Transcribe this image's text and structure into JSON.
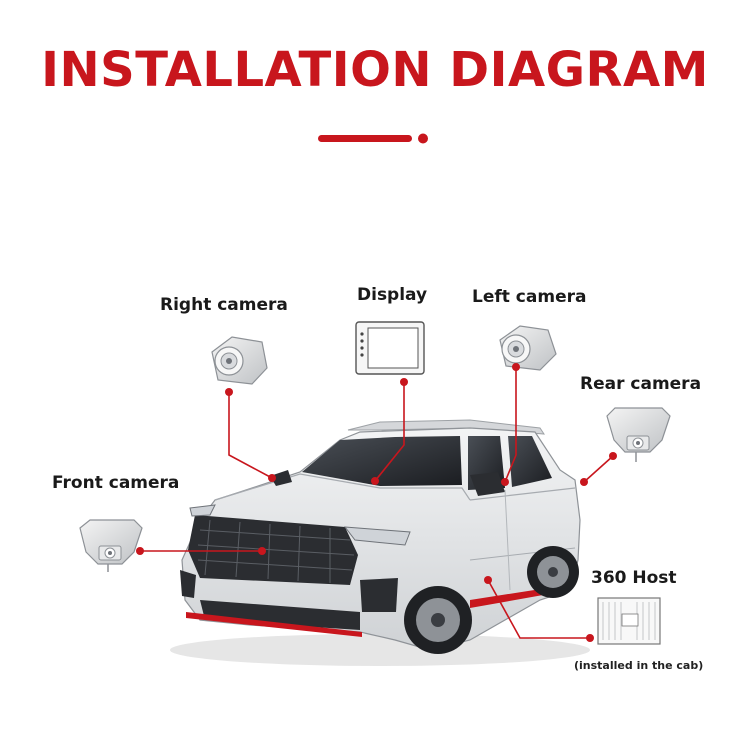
{
  "title": "INSTALLATION DIAGRAM",
  "colors": {
    "accent": "#c8161d",
    "car_body": "#e9eaec",
    "car_dark": "#2b2d31"
  },
  "labels": {
    "right_camera": "Right camera",
    "display": "Display",
    "left_camera": "Left camera",
    "rear_camera": "Rear camera",
    "front_camera": "Front camera",
    "host": "360 Host",
    "host_note": "(installed in the cab)"
  }
}
